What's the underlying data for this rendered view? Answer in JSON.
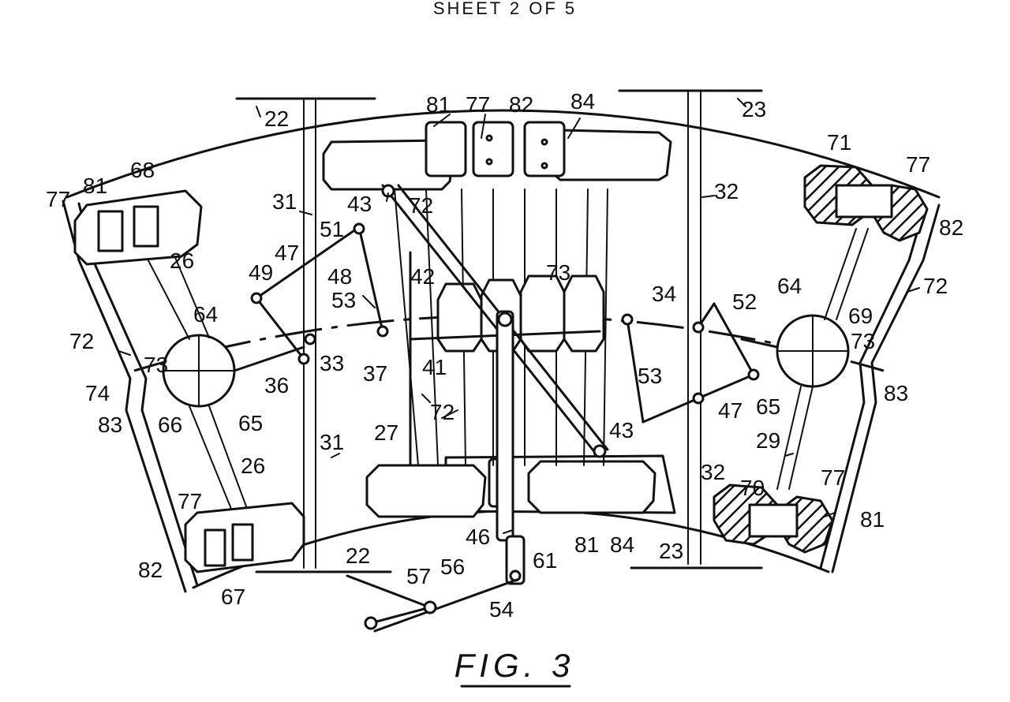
{
  "header": {
    "sheet": "SHEET 2 OF 5"
  },
  "figure": {
    "caption": "FIG. 3"
  },
  "labels": [
    {
      "id": "l22a",
      "text": "22"
    },
    {
      "id": "l23a",
      "text": "23"
    },
    {
      "id": "l81a",
      "text": "81"
    },
    {
      "id": "l77a",
      "text": "77"
    },
    {
      "id": "l82a",
      "text": "82"
    },
    {
      "id": "l84a",
      "text": "84"
    },
    {
      "id": "l71",
      "text": "71"
    },
    {
      "id": "l77b",
      "text": "77"
    },
    {
      "id": "l82b",
      "text": "82"
    },
    {
      "id": "l77c",
      "text": "77"
    },
    {
      "id": "l81b",
      "text": "81"
    },
    {
      "id": "l68",
      "text": "68"
    },
    {
      "id": "l31a",
      "text": "31"
    },
    {
      "id": "l43a",
      "text": "43"
    },
    {
      "id": "l72a",
      "text": "72"
    },
    {
      "id": "l32a",
      "text": "32"
    },
    {
      "id": "l51",
      "text": "51"
    },
    {
      "id": "l47a",
      "text": "47"
    },
    {
      "id": "l48",
      "text": "48"
    },
    {
      "id": "l42",
      "text": "42"
    },
    {
      "id": "l49",
      "text": "49"
    },
    {
      "id": "l26a",
      "text": "26"
    },
    {
      "id": "l73a",
      "text": "73"
    },
    {
      "id": "l53a",
      "text": "53"
    },
    {
      "id": "l34",
      "text": "34"
    },
    {
      "id": "l52",
      "text": "52"
    },
    {
      "id": "l64a",
      "text": "64"
    },
    {
      "id": "l72b",
      "text": "72"
    },
    {
      "id": "l69",
      "text": "69"
    },
    {
      "id": "l64b",
      "text": "64"
    },
    {
      "id": "l72c",
      "text": "72"
    },
    {
      "id": "l33",
      "text": "33"
    },
    {
      "id": "l37",
      "text": "37"
    },
    {
      "id": "l41",
      "text": "41"
    },
    {
      "id": "l73b",
      "text": "73"
    },
    {
      "id": "l73c",
      "text": "73"
    },
    {
      "id": "l36",
      "text": "36"
    },
    {
      "id": "l74",
      "text": "74"
    },
    {
      "id": "l83a",
      "text": "83"
    },
    {
      "id": "l53b",
      "text": "53"
    },
    {
      "id": "l47b",
      "text": "47"
    },
    {
      "id": "l65a",
      "text": "65"
    },
    {
      "id": "l83b",
      "text": "83"
    },
    {
      "id": "l66",
      "text": "66"
    },
    {
      "id": "l65b",
      "text": "65"
    },
    {
      "id": "l72d",
      "text": "72"
    },
    {
      "id": "l27",
      "text": "27"
    },
    {
      "id": "l31b",
      "text": "31"
    },
    {
      "id": "l43b",
      "text": "43"
    },
    {
      "id": "l29",
      "text": "29"
    },
    {
      "id": "l26b",
      "text": "26"
    },
    {
      "id": "l77d",
      "text": "77"
    },
    {
      "id": "l32b",
      "text": "32"
    },
    {
      "id": "l70",
      "text": "70"
    },
    {
      "id": "l77e",
      "text": "77"
    },
    {
      "id": "l81c",
      "text": "81"
    },
    {
      "id": "l46",
      "text": "46"
    },
    {
      "id": "l81d",
      "text": "81"
    },
    {
      "id": "l84b",
      "text": "84"
    },
    {
      "id": "l82c",
      "text": "82"
    },
    {
      "id": "l67",
      "text": "67"
    },
    {
      "id": "l22b",
      "text": "22"
    },
    {
      "id": "l57",
      "text": "57"
    },
    {
      "id": "l56",
      "text": "56"
    },
    {
      "id": "l61",
      "text": "61"
    },
    {
      "id": "l23b",
      "text": "23"
    },
    {
      "id": "l54",
      "text": "54"
    }
  ]
}
